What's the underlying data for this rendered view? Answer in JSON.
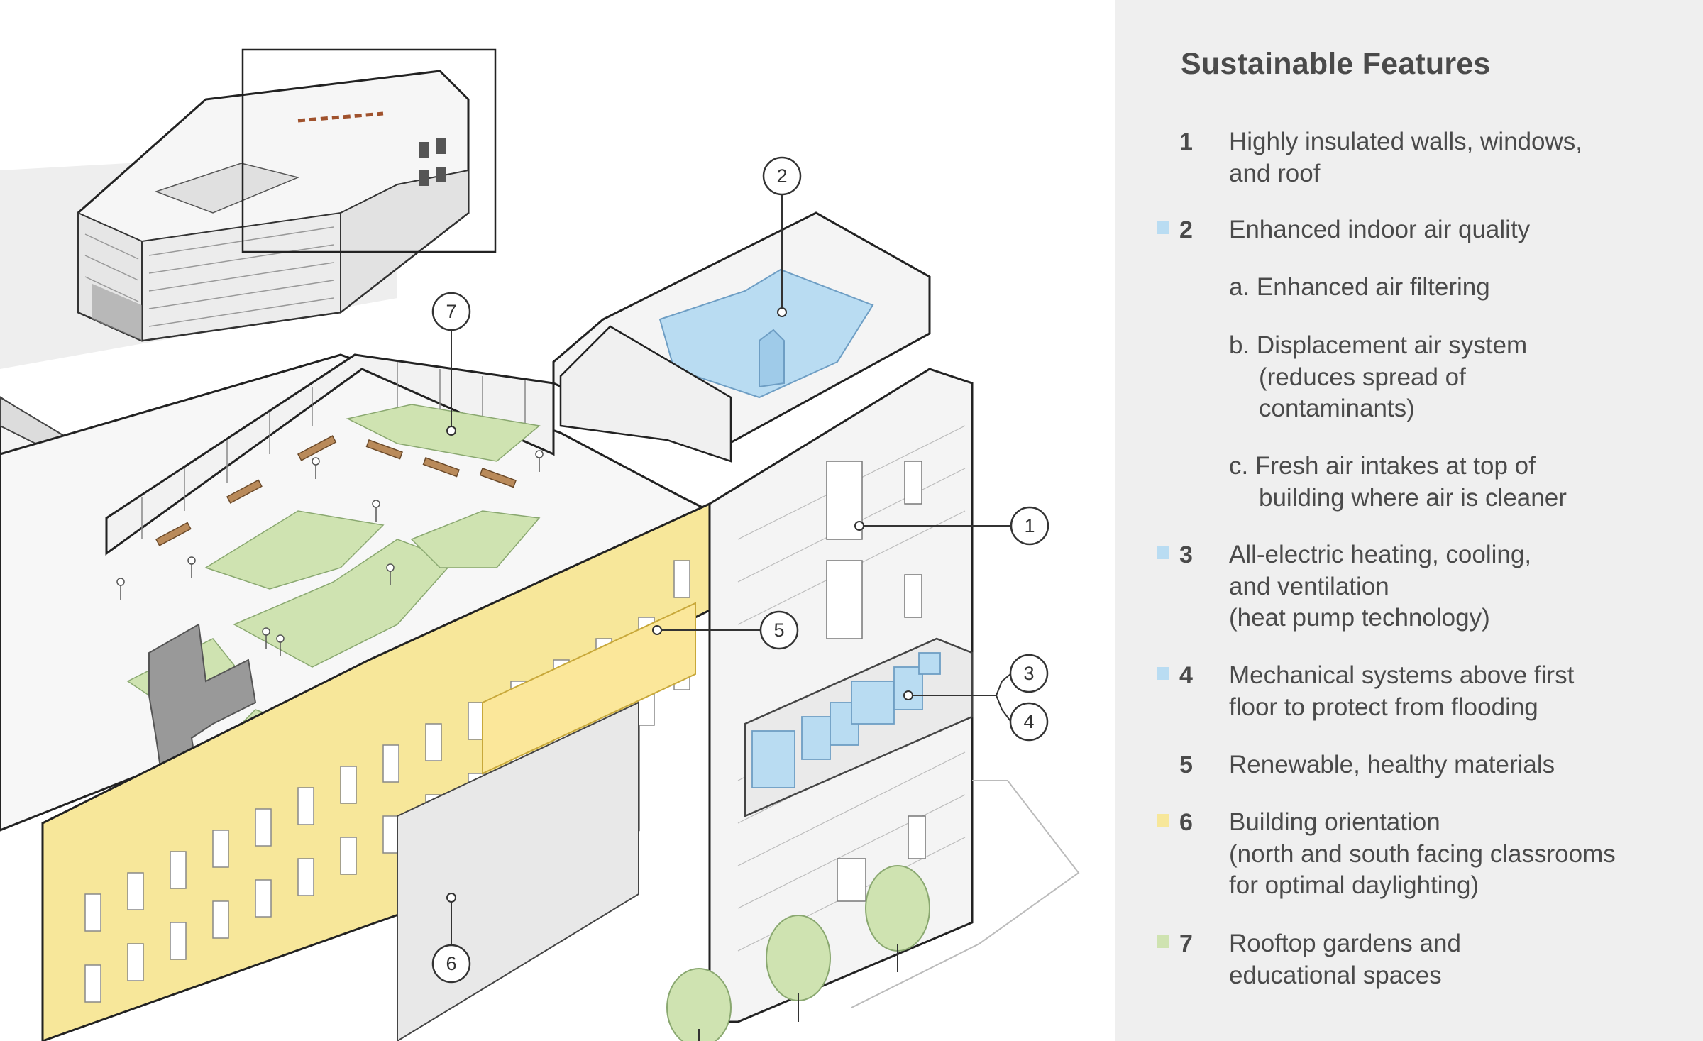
{
  "legend": {
    "title": "Sustainable Features",
    "items": [
      {
        "number": "1",
        "swatch": "",
        "lines": [
          "Highly insulated walls, windows,",
          "and roof"
        ]
      },
      {
        "number": "2",
        "swatch": "#b9dcf2",
        "lines": [
          "Enhanced indoor air quality"
        ]
      },
      {
        "number": "3",
        "swatch": "#b9dcf2",
        "lines": [
          "All-electric heating, cooling,",
          "and ventilation",
          "(heat pump technology)"
        ]
      },
      {
        "number": "4",
        "swatch": "#b9dcf2",
        "lines": [
          "Mechanical systems above first",
          "floor to protect from flooding"
        ]
      },
      {
        "number": "5",
        "swatch": "",
        "lines": [
          "Renewable, healthy materials"
        ]
      },
      {
        "number": "6",
        "swatch": "#f7e79a",
        "lines": [
          "Building orientation",
          "(north and south facing classrooms",
          "for optimal daylighting)"
        ]
      },
      {
        "number": "7",
        "swatch": "#cfe3b1",
        "lines": [
          "Rooftop gardens and",
          "educational spaces"
        ]
      }
    ],
    "sub_items": [
      {
        "lines": [
          "a. Enhanced air filtering"
        ]
      },
      {
        "lines": [
          "b. Displacement air system",
          "(reduces spread of",
          "contaminants)"
        ]
      },
      {
        "lines": [
          "c. Fresh air intakes at top of",
          "building where air is cleaner"
        ]
      }
    ]
  },
  "callouts": [
    "1",
    "2",
    "3",
    "4",
    "5",
    "6",
    "7"
  ],
  "colors": {
    "air_blue": "#b9dcf2",
    "orientation_yellow": "#f7e79a",
    "garden_green": "#cfe3b1",
    "panel_gray": "#efefef",
    "text_gray": "#4a4a4a"
  }
}
